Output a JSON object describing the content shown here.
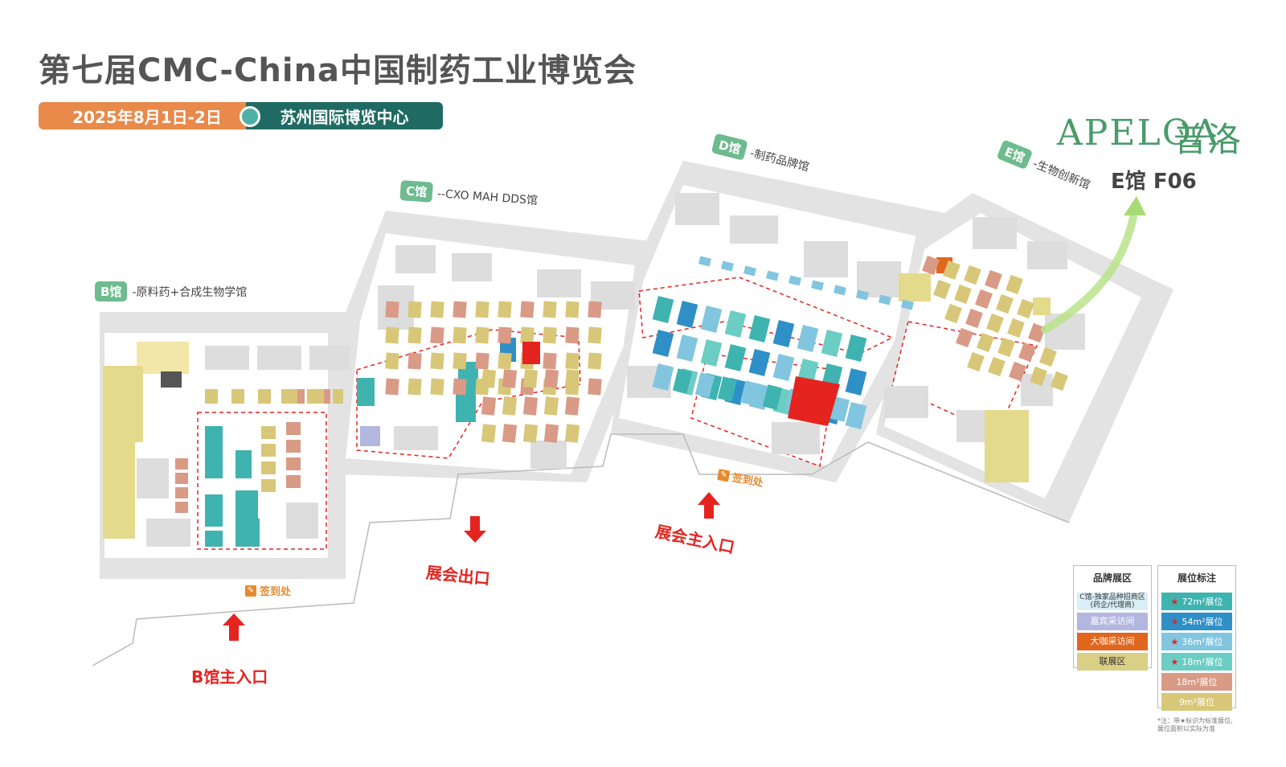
{
  "header": {
    "title": "第七届CMC-China中国制药工业博览会",
    "date": "2025年8月1日-2日",
    "venue": "苏州国际博览中心"
  },
  "logo": {
    "brand_en": "APELOA",
    "brand_cn": "普洛",
    "booth": "E馆 F06"
  },
  "halls": [
    {
      "badge": "B馆",
      "desc": "-原料药+合成生物学馆"
    },
    {
      "badge": "C馆",
      "desc": "--CXO MAH DDS馆"
    },
    {
      "badge": "D馆",
      "desc": "-制药品牌馆"
    },
    {
      "badge": "E馆",
      "desc": "-生物创新馆"
    }
  ],
  "entrances": {
    "b_main": "B馆主入口",
    "exit": "展会出口",
    "main": "展会主入口",
    "signin": "签到处"
  },
  "legend_brand": {
    "title": "品牌展区",
    "items": [
      {
        "label": "C馆-独家品种招商区\n(药企/代理商)",
        "color": "#d9eef6",
        "dark": true
      },
      {
        "label": "嘉宾采访间",
        "color": "#b3b7e0",
        "dark": false
      },
      {
        "label": "大咖采访间",
        "color": "#e0661e",
        "dark": false
      },
      {
        "label": "联展区",
        "color": "#d9cf85",
        "dark": true
      }
    ]
  },
  "legend_booth": {
    "title": "展位标注",
    "items": [
      {
        "label": "72m²展位",
        "color": "#3fb3b0",
        "star": true
      },
      {
        "label": "54m²展位",
        "color": "#2f8fc7",
        "star": true
      },
      {
        "label": "36m²展位",
        "color": "#82c5df",
        "star": true
      },
      {
        "label": "18m²展位",
        "color": "#6ccdc4",
        "star": true
      },
      {
        "label": "18m²展位",
        "color": "#d99a86",
        "star": false
      },
      {
        "label": "9m²展位",
        "color": "#d8c778",
        "star": false
      }
    ]
  },
  "footnote": "*注：带★标识为标准展位,展位面积以实际为准",
  "colors": {
    "wall": "#c8c8c8",
    "floor": "#ffffff",
    "dash": "#e52420",
    "booth72": "#3fb3b0",
    "booth54": "#2f8fc7",
    "booth36": "#82c5df",
    "booth18a": "#6ccdc4",
    "booth18b": "#d99a86",
    "booth9": "#d8c778",
    "arrow": "#e52420"
  }
}
